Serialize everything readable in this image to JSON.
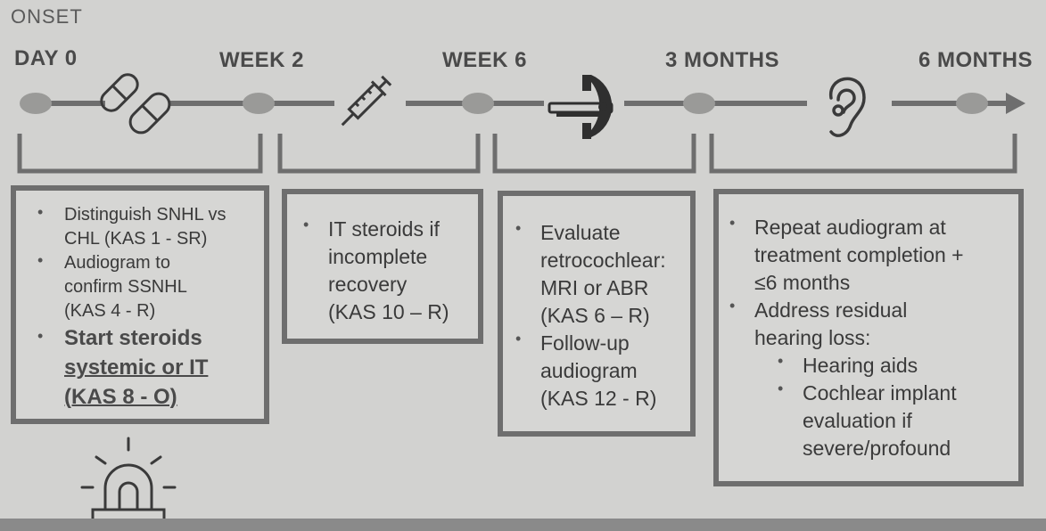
{
  "header": {
    "onset": "ONSET"
  },
  "milestones": [
    "DAY 0",
    "WEEK 2",
    "WEEK 6",
    "3 MONTHS",
    "6 MONTHS"
  ],
  "icons": [
    "pills-icon",
    "syringe-icon",
    "mri-scanner-icon",
    "ear-icon",
    "alarm-siren-icon"
  ],
  "boxes": {
    "box1": {
      "b1": "Distinguish SNHL vs CHL (KAS 1 - SR)",
      "b1_l1": "Distinguish SNHL vs",
      "b1_l2": "CHL (KAS 1 - SR)",
      "b2_l1": "Audiogram to",
      "b2_l2": "confirm SSNHL",
      "b2_l3": "(KAS 4 - R)",
      "b3_l1": "Start steroids",
      "b3_l2": "systemic or IT",
      "b3_l3": "(KAS 8 - O)"
    },
    "box2": {
      "l1": "IT steroids if",
      "l2": "incomplete",
      "l3": "recovery",
      "l4": "(KAS 10 – R)"
    },
    "box3": {
      "b1_l1": "Evaluate",
      "b1_l2": "retrocochlear:",
      "b1_l3": "MRI or ABR",
      "b1_l4": "(KAS 6 – R)",
      "b2_l1": "Follow-up",
      "b2_l2": "audiogram",
      "b2_l3": "(KAS 12 - R)"
    },
    "box4": {
      "b1_l1": "Repeat audiogram at",
      "b1_l2": "treatment completion +",
      "b1_l3": "≤6 months",
      "b2_l1": "Address residual",
      "b2_l2": "hearing loss:",
      "s1": "Hearing aids",
      "s2_l1": "Cochlear implant",
      "s2_l2": "evaluation if",
      "s2_l3": "severe/profound"
    }
  },
  "bullet": "•",
  "colors": {
    "background": "#d2d2d0",
    "line": "#6e6e6e",
    "node": "#9a9a98",
    "text": "#3a3a3a"
  }
}
